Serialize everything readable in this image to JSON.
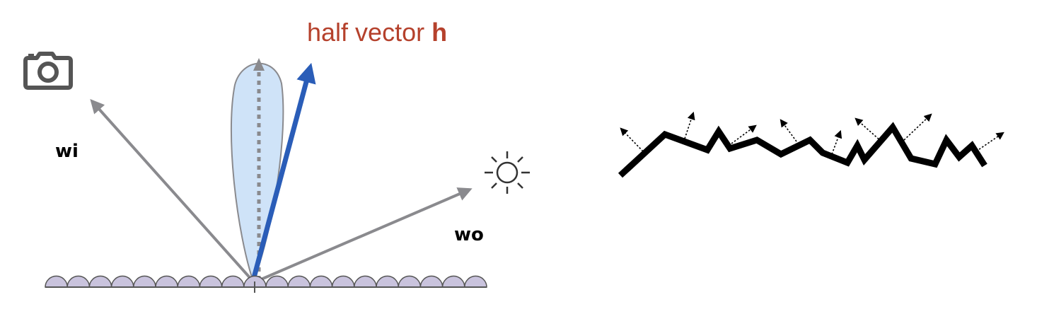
{
  "labels": {
    "half_vector_prefix": "half vector ",
    "half_vector_symbol": "h",
    "wi": "wi",
    "wo": "wo"
  },
  "icons": {
    "camera": "camera-icon",
    "light": "sun-icon"
  },
  "colors": {
    "half_vector": "#2a5db8",
    "half_vector_label": "#b5412c",
    "ray": "#8a8a8e",
    "lobe_fill": "#cfe3f8",
    "lobe_stroke": "#8a8a8e",
    "bump_fill": "#c9c3dd",
    "bump_stroke": "#555555",
    "rough_surface": "#000000"
  }
}
